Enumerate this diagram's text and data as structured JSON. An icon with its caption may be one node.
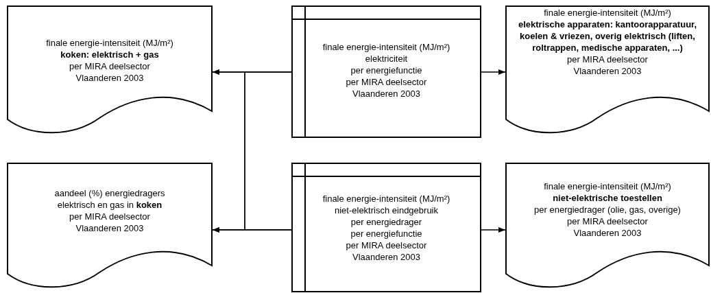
{
  "diagram": {
    "nodes": [
      {
        "text": [
          "finale energie-intensiteit (MJ/m²)",
          "koken: elektrisch + gas",
          "per MIRA deelsector",
          "Vlaanderen 2003"
        ]
      },
      {
        "text": [
          "aandeel (%) energiedragers",
          "elektrisch en gas in **koken**",
          "per MIRA deelsector",
          "Vlaanderen 2003"
        ]
      },
      {
        "text": [
          "finale energie-intensiteit (MJ/m²)",
          "elektriciteit",
          "per energiefunctie",
          "per MIRA deelsector",
          "Vlaanderen 2003"
        ]
      },
      {
        "text": [
          "finale energie-intensiteit (MJ/m²)",
          "niet-elektrisch eindgebruik",
          "per energiedrager",
          "per energiefunctie",
          "per MIRA deelsector",
          "Vlaanderen 2003"
        ]
      },
      {
        "text": [
          "finale energie-intensiteit (MJ/m²)",
          "elektrische apparaten: kantoorapparatuur, koelen & vriezen, overig elektrisch (liften, roltrappen, medische apparaten, ...)",
          "per MIRA deelsector",
          "Vlaanderen 2003"
        ]
      },
      {
        "text": [
          "finale energie-intensiteit (MJ/m²)",
          "niet-elektrische toestellen",
          "per energiedrager (olie, gas, overige)",
          "per MIRA deelsector",
          "Vlaanderen 2003"
        ]
      }
    ],
    "edges": [
      {
        "from": 2,
        "to": 0,
        "arrow": "to"
      },
      {
        "from": 2,
        "to": 1,
        "arrow": "to"
      },
      {
        "from": 3,
        "to": 0,
        "arrow": "to"
      },
      {
        "from": 3,
        "to": 1,
        "arrow": "to"
      },
      {
        "from": 2,
        "to": 4,
        "arrow": "to"
      },
      {
        "from": 3,
        "to": 5,
        "arrow": "to"
      }
    ]
  }
}
